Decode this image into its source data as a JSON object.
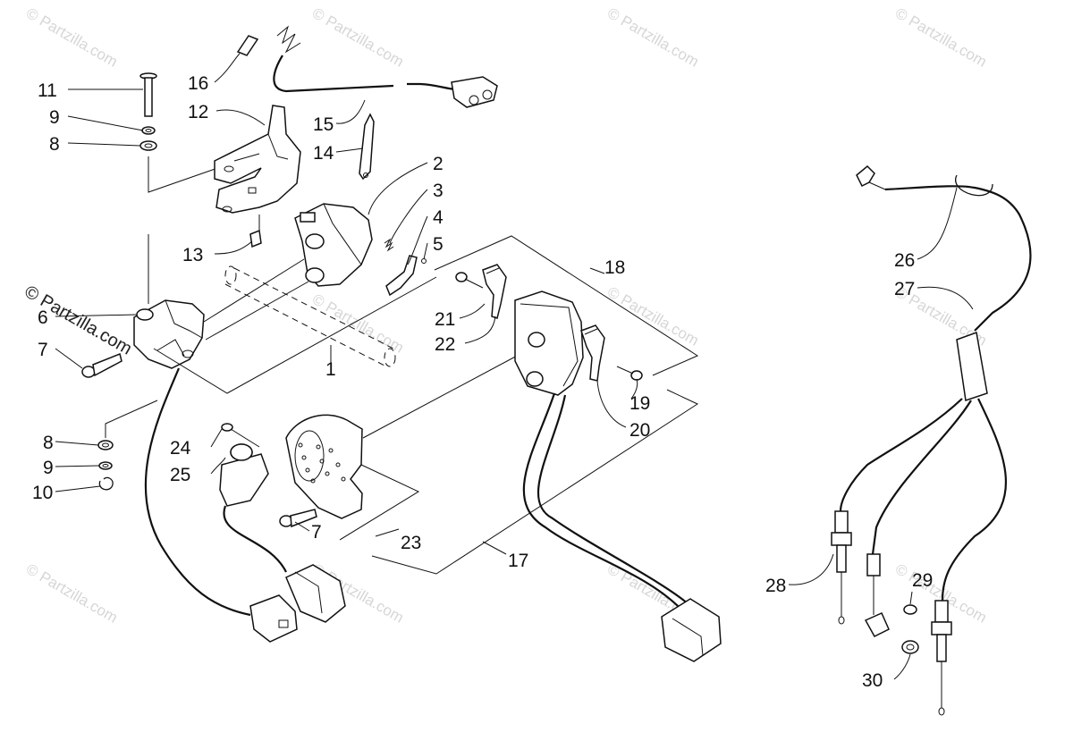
{
  "watermarks": {
    "text": "© Partzilla.com",
    "prominent": "© Partzilla.com"
  },
  "labels": {
    "p1": "1",
    "p2": "2",
    "p3": "3",
    "p4": "4",
    "p5": "5",
    "p6": "6",
    "p7a": "7",
    "p7b": "7",
    "p8a": "8",
    "p8b": "8",
    "p9a": "9",
    "p9b": "9",
    "p10": "10",
    "p11": "11",
    "p12": "12",
    "p13": "13",
    "p14": "14",
    "p15": "15",
    "p16": "16",
    "p17": "17",
    "p18": "18",
    "p19": "19",
    "p20": "20",
    "p21": "21",
    "p22": "22",
    "p23": "23",
    "p24": "24",
    "p25": "25",
    "p26": "26",
    "p27": "27",
    "p28": "28",
    "p29": "29",
    "p30": "30"
  }
}
